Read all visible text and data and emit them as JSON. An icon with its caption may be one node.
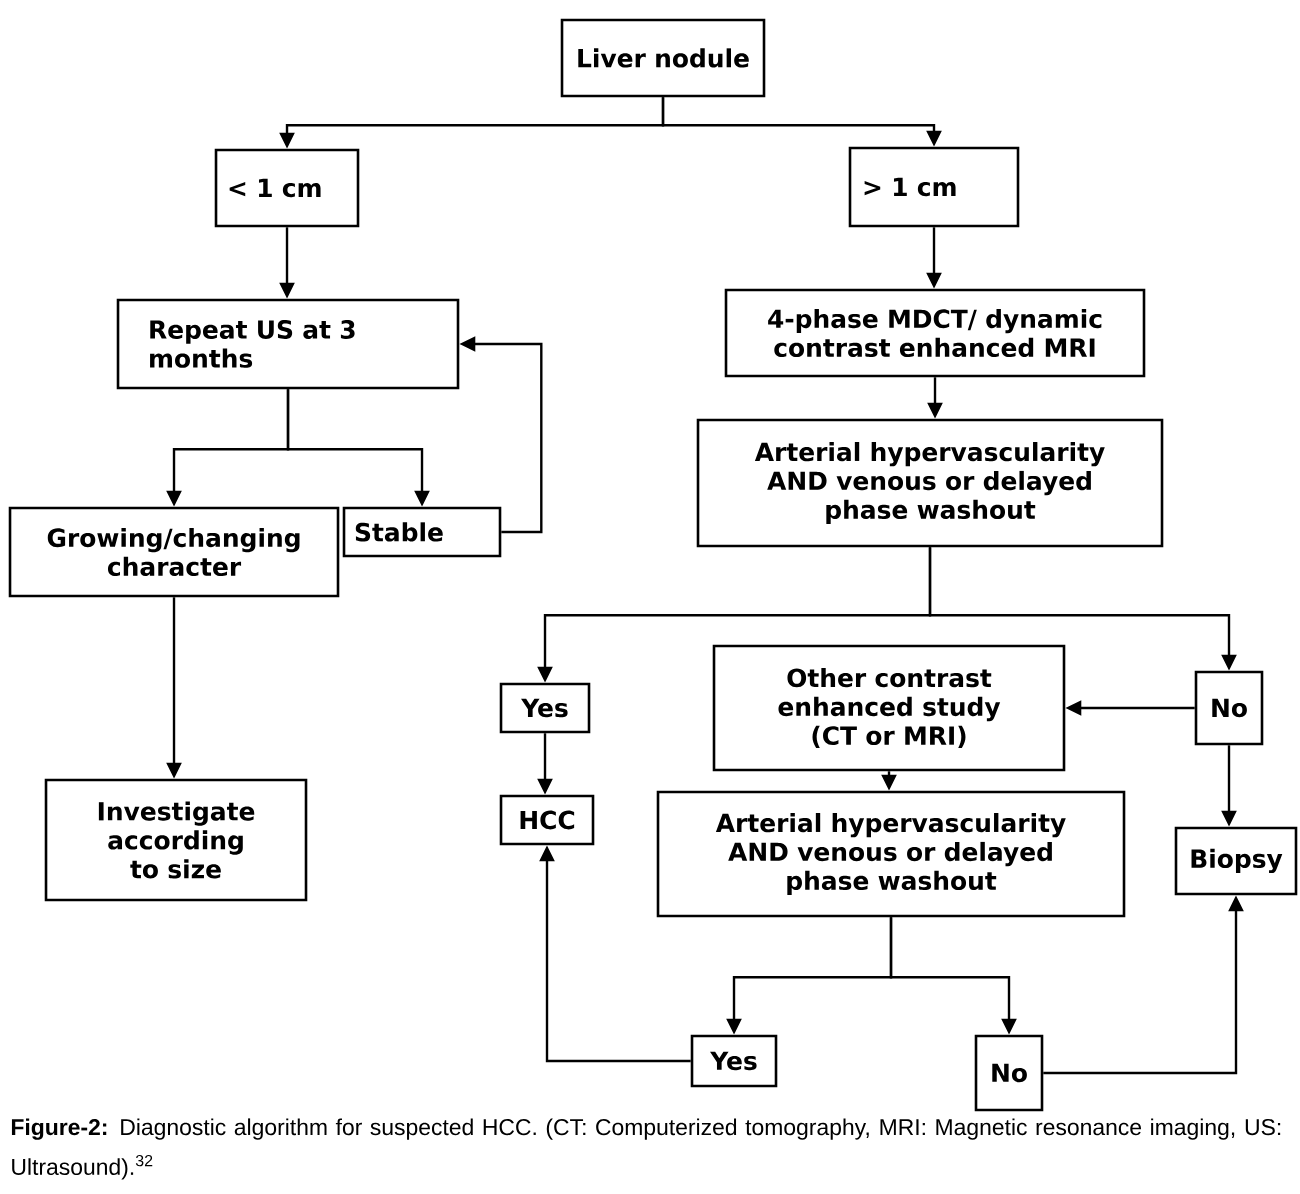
{
  "diagram": {
    "caption": "**Figure-2:** Diagnostic algorithm for suspected HCC. (CT: Computerized tomography, MRI: Magnetic resonance imaging, US: Ultrasound).$^{32}$",
    "nodes": [
      {
        "text": [
          "Liver nodule"
        ]
      },
      {
        "text": [
          "< 1 cm"
        ]
      },
      {
        "text": [
          "> 1 cm"
        ]
      },
      {
        "text": [
          "Repeat US at 3 months"
        ]
      },
      {
        "text": [
          "4-phase MDCT/ dynamic contrast enhanced MRI"
        ]
      },
      {
        "text": [
          "Arterial hypervascularity AND venous or delayed phase washout"
        ]
      },
      {
        "text": [
          "Growing/changing character"
        ]
      },
      {
        "text": [
          "Stable"
        ]
      },
      {
        "text": [
          "Investigate according to size"
        ]
      },
      {
        "text": [
          "Yes"
        ]
      },
      {
        "text": [
          "Other contrast enhanced study (CT or MRI)"
        ]
      },
      {
        "text": [
          "No"
        ]
      },
      {
        "text": [
          "HCC"
        ]
      },
      {
        "text": [
          "Arterial hypervascularity AND venous or delayed phase washout"
        ]
      },
      {
        "text": [
          "Biopsy"
        ]
      },
      {
        "text": [
          "Yes"
        ]
      },
      {
        "text": [
          "No"
        ]
      }
    ],
    "edges": [
      {
        "from": 0,
        "to": 1,
        "arrow": "to"
      },
      {
        "from": 0,
        "to": 2,
        "arrow": "to"
      },
      {
        "from": 1,
        "to": 3,
        "arrow": "to"
      },
      {
        "from": 2,
        "to": 4,
        "arrow": "to"
      },
      {
        "from": 3,
        "to": 6,
        "arrow": "to"
      },
      {
        "from": 3,
        "to": 7,
        "arrow": "to"
      },
      {
        "from": 7,
        "to": 3,
        "arrow": "to"
      },
      {
        "from": 4,
        "to": 5,
        "arrow": "to"
      },
      {
        "from": 5,
        "to": 9,
        "arrow": "to"
      },
      {
        "from": 5,
        "to": 11,
        "arrow": "to"
      },
      {
        "from": 11,
        "to": 10,
        "arrow": "to"
      },
      {
        "from": 9,
        "to": 12,
        "arrow": "to"
      },
      {
        "from": 10,
        "to": 13,
        "arrow": "to"
      },
      {
        "from": 11,
        "to": 14,
        "arrow": "to"
      },
      {
        "from": 13,
        "to": 15,
        "arrow": "to"
      },
      {
        "from": 13,
        "to": 16,
        "arrow": "to"
      },
      {
        "from": 15,
        "to": 12,
        "arrow": "to"
      },
      {
        "from": 16,
        "to": 14,
        "arrow": "to"
      },
      {
        "from": 6,
        "to": 8,
        "arrow": "to"
      }
    ]
  }
}
